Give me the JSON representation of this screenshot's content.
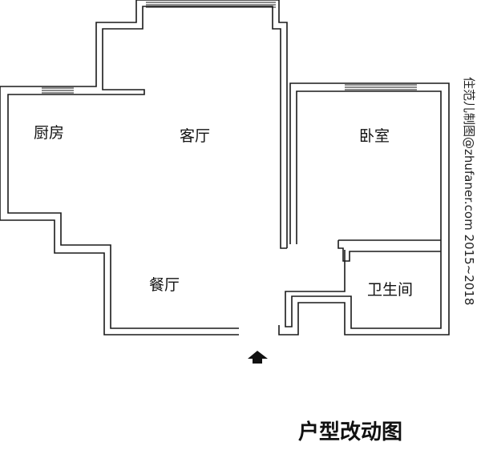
{
  "rooms": {
    "kitchen": "厨房",
    "living_room": "客厅",
    "dining_room": "餐厅",
    "bedroom": "卧室",
    "bathroom": "卫生间"
  },
  "watermark": "住范儿制图@zhufaner.com 2015~2018",
  "caption": "户型改动图",
  "icons": {
    "entrance": "entrance-arrow-icon"
  }
}
